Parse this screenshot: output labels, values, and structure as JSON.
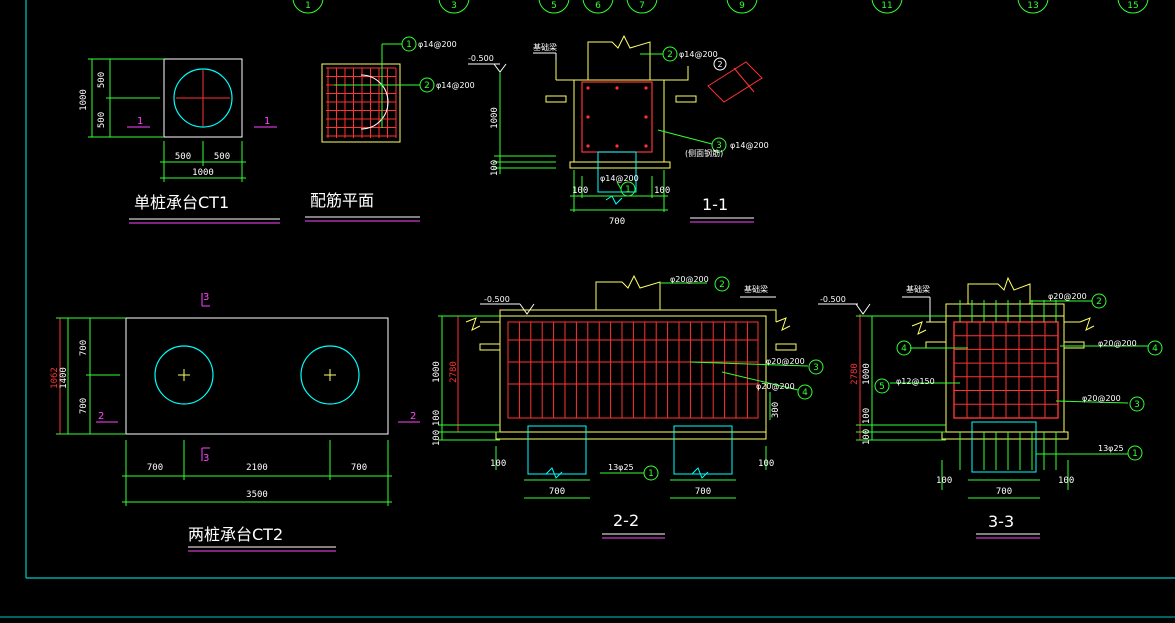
{
  "colors": {
    "background": "#000000",
    "border": "#00c8c8",
    "outline": "#ffff66",
    "rebar": "#ff3333",
    "dimension": "#33ff33",
    "pile": "#00ffff",
    "text": "#ffffff",
    "magenta": "#ff44ff"
  },
  "grid_bubbles": [
    "1",
    "3",
    "5",
    "6",
    "7",
    "9",
    "11",
    "13",
    "15"
  ],
  "ct1": {
    "title": "单桩承台CT1",
    "dim_total_h": "1000",
    "dim_h1": "500",
    "dim_h2": "500",
    "dim_w1": "500",
    "dim_w2": "500",
    "dim_total_w": "1000",
    "section_mark_left": "1",
    "section_mark_right": "1"
  },
  "plan": {
    "title": "配筋平面",
    "bar1_num": "1",
    "bar1_spec": "φ14@200",
    "bar2_num": "2",
    "bar2_spec": "φ14@200"
  },
  "sec11": {
    "title": "1-1",
    "elev": "-0.500",
    "beam_label": "基础梁",
    "dim_height": "1000",
    "dim_bottom": "100",
    "dim_left": "100",
    "dim_right": "100",
    "dim_width": "700",
    "bar1_num": "1",
    "bar1_spec": "φ14@200",
    "bar2_num": "2",
    "bar2_spec": "φ14@200",
    "bar3_num": "3",
    "bar3_spec": "φ14@200",
    "bar3_note": "(侧面钢筋)",
    "detail_num": "2"
  },
  "ct2": {
    "title": "两桩承台CT2",
    "dim_h_total_a": "1062",
    "dim_h_total_b": "1400",
    "dim_h1": "700",
    "dim_h2": "700",
    "dim_w1": "700",
    "dim_w2": "2100",
    "dim_w3": "700",
    "dim_total_w": "3500",
    "mark_top": "3",
    "mark_bottom": "3",
    "mark_left": "2",
    "mark_right": "2"
  },
  "sec22": {
    "title": "2-2",
    "elev": "-0.500",
    "beam_label": "基础梁",
    "dim_height": "1000",
    "dim_total": "2780",
    "dim_b1": "100",
    "dim_b2": "100",
    "dim_300": "300",
    "dim_l100": "100",
    "dim_r100": "100",
    "dim_pile1": "700",
    "dim_pile2": "700",
    "bar1_num": "1",
    "bar1_spec": "13φ25",
    "bar2_num": "2",
    "bar2_spec": "φ20@200",
    "bar3_num": "3",
    "bar3_spec": "φ20@200",
    "bar4_num": "4",
    "bar4_spec": "φ20@200"
  },
  "sec33": {
    "title": "3-3",
    "elev": "-0.500",
    "beam_label": "基础梁",
    "dim_total": "2780",
    "dim_height": "1000",
    "dim_b1": "100",
    "dim_b2": "100",
    "dim_l100": "100",
    "dim_r100": "100",
    "dim_pile": "700",
    "bar1_num": "1",
    "bar1_spec": "13φ25",
    "bar2_num": "2",
    "bar2_spec": "φ20@200",
    "bar3_num": "3",
    "bar3_spec": "φ20@200",
    "bar4_num": "4",
    "bar4_spec": "φ20@200",
    "bar4b_num": "4",
    "bar5_num": "5",
    "bar5_spec": "φ12@150"
  }
}
